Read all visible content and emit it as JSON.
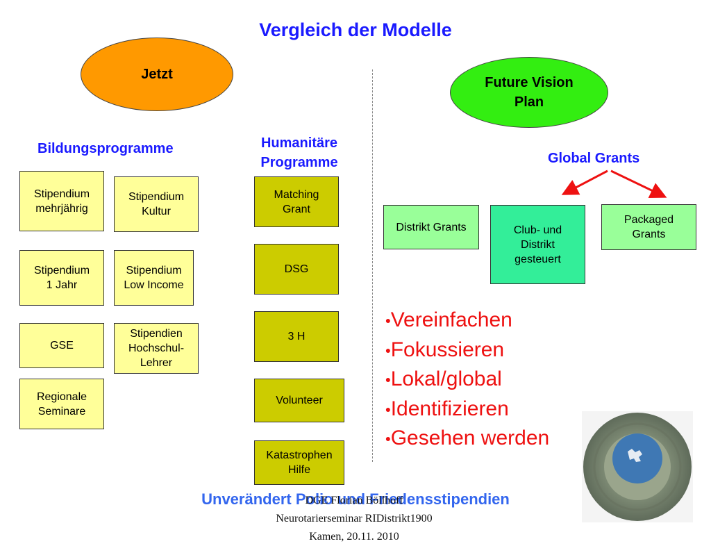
{
  "title": "Vergleich der Modelle",
  "left": {
    "oval": "Jetzt",
    "bildung_heading": "Bildungsprogramme",
    "humanitaere_heading_line1": "Humanitäre",
    "humanitaere_heading_line2": "Programme",
    "bildung_boxes": [
      {
        "line1": "Stipendium",
        "line2": "mehrjährig",
        "line3": ""
      },
      {
        "line1": "Stipendium",
        "line2": "Kultur",
        "line3": ""
      },
      {
        "line1": "Stipendium",
        "line2": "1 Jahr",
        "line3": ""
      },
      {
        "line1": "Stipendium",
        "line2": "Low Income",
        "line3": ""
      },
      {
        "line1": "GSE",
        "line2": "",
        "line3": ""
      },
      {
        "line1": "Stipendien",
        "line2": "Hochschul-",
        "line3": "Lehrer"
      },
      {
        "line1": "Regionale",
        "line2": "Seminare",
        "line3": ""
      }
    ],
    "humanitaere_boxes": [
      {
        "line1": "Matching",
        "line2": "Grant"
      },
      {
        "line1": "DSG",
        "line2": ""
      },
      {
        "line1": "3 H",
        "line2": ""
      },
      {
        "line1": "Volunteer",
        "line2": ""
      },
      {
        "line1": "Katastrophen",
        "line2": "Hilfe"
      }
    ]
  },
  "right": {
    "oval_line1": "Future Vision",
    "oval_line2": "Plan",
    "global_grants_heading": "Global Grants",
    "distrikt_grants": "Distrikt Grants",
    "club_line1": "Club- und",
    "club_line2": "Distrikt",
    "club_line3": "gesteuert",
    "packaged_line1": "Packaged",
    "packaged_line2": "Grants",
    "bullets": [
      "Vereinfachen",
      "Fokussieren",
      "Lokal/global",
      "Identifizieren",
      "Gesehen werden"
    ]
  },
  "footer": "Unverändert Polio und Friedensstipendien",
  "credit": {
    "line1": "DGE Florian Böllhoff",
    "line2": "Neurotarierseminar RIDistrikt1900",
    "line3": "Kamen, 20.11. 2010"
  },
  "colors": {
    "title_blue": "#1a1aff",
    "orange": "#ff9900",
    "green": "#33ee11",
    "yellow_box": "#ffff99",
    "olive_box": "#cccc00",
    "bullet_red": "#ee1111",
    "arrow_red": "#ee1111"
  }
}
